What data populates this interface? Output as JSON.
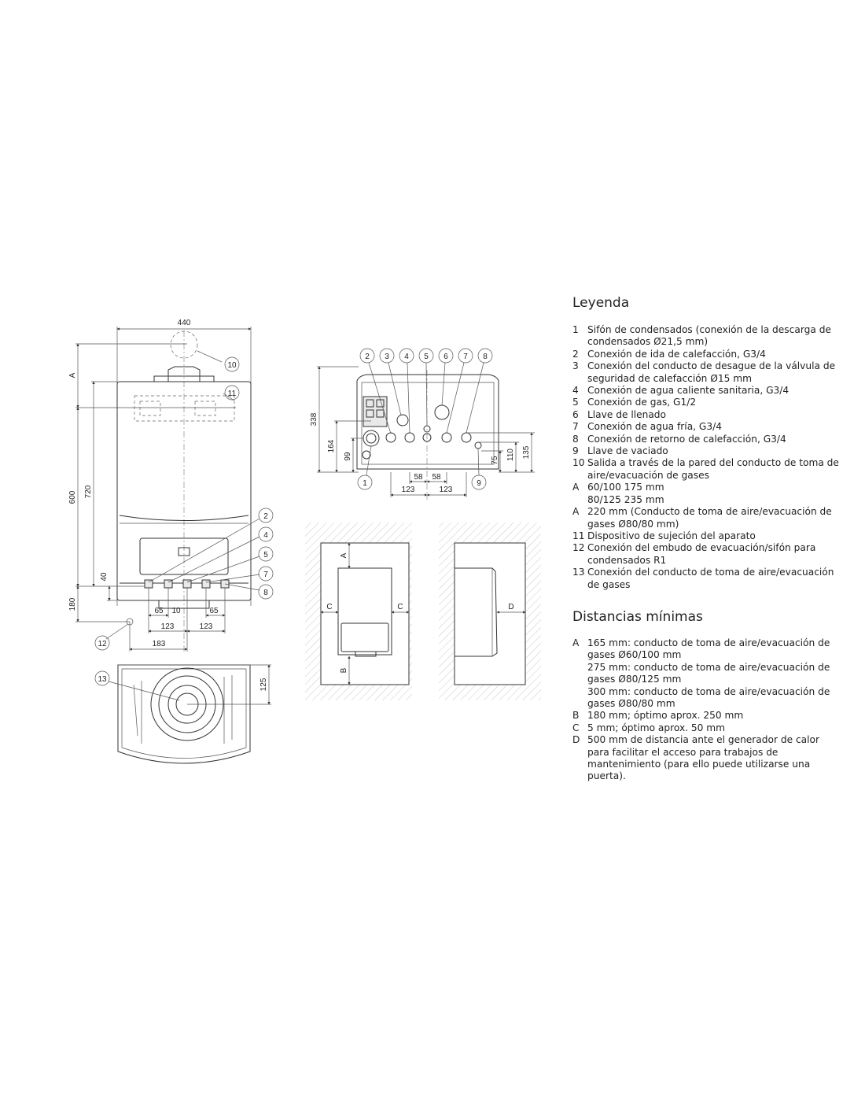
{
  "legend": {
    "title": "Leyenda",
    "items": [
      {
        "key": "1",
        "text": "Sifón de condensados (conexión de la descarga de condensados Ø21,5 mm)"
      },
      {
        "key": "2",
        "text": "Conexión de ida de calefacción, G3/4"
      },
      {
        "key": "3",
        "text": "Conexión del conducto de desague de la válvula de seguridad de calefacción Ø15 mm"
      },
      {
        "key": "4",
        "text": "Conexión de agua caliente sanitaria, G3/4"
      },
      {
        "key": "5",
        "text": "Conexión de gas, G1/2"
      },
      {
        "key": "6",
        "text": "Llave de llenado"
      },
      {
        "key": "7",
        "text": "Conexión de agua fría, G3/4"
      },
      {
        "key": "8",
        "text": "Conexión de retorno de calefacción, G3/4"
      },
      {
        "key": "9",
        "text": "Llave de vaciado"
      },
      {
        "key": "10",
        "text": "Salida a través de la pared del conducto de toma de aire/evacuación de gases"
      },
      {
        "key": "A",
        "text": "60/100  175 mm\n80/125  235 mm"
      },
      {
        "key": "A",
        "text": "220 mm (Conducto de toma de aire/evacuación de gases Ø80/80 mm)"
      },
      {
        "key": "11",
        "text": "Dispositivo de sujeción del aparato"
      },
      {
        "key": "12",
        "text": "Conexión del embudo de evacuación/sifón para condensados R1"
      },
      {
        "key": "13",
        "text": "Conexión del conducto de toma de aire/evacuación de gases"
      }
    ]
  },
  "distances": {
    "title": "Distancias mínimas",
    "items": [
      {
        "key": "A",
        "text": "165 mm: conducto de toma de aire/evacuación de gases Ø60/100 mm\n275 mm: conducto de toma de aire/evacuación de gases Ø80/125 mm\n300 mm: conducto de toma de aire/evacuación de gases Ø80/80 mm"
      },
      {
        "key": "B",
        "text": "180 mm; óptimo aprox. 250 mm"
      },
      {
        "key": "C",
        "text": "5 mm; óptimo aprox. 50 mm"
      },
      {
        "key": "D",
        "text": "500 mm de distancia ante el generador de calor para facilitar el acceso para trabajos de mantenimiento (para ello puede utilizarse una puerta)."
      }
    ]
  },
  "front_view": {
    "dims": {
      "width": "440",
      "a": "A",
      "h600": "600",
      "h720": "720",
      "h40": "40",
      "h180": "180",
      "d65a": "65",
      "d10": "10",
      "d65b": "65",
      "d123a": "123",
      "d123b": "123",
      "d183": "183",
      "d125": "125"
    },
    "callouts": [
      "10",
      "11",
      "2",
      "4",
      "5",
      "7",
      "8",
      "12",
      "13"
    ]
  },
  "bottom_view": {
    "dims": {
      "h338": "338",
      "h164": "164",
      "h99": "99",
      "h135": "135",
      "h110": "110",
      "h75": "75",
      "d58a": "58",
      "d58b": "58",
      "d123a": "123",
      "d123b": "123"
    },
    "callouts": [
      "2",
      "3",
      "4",
      "5",
      "6",
      "7",
      "8",
      "1",
      "9"
    ]
  },
  "clearance_front": {
    "labels": {
      "a": "A",
      "c_left": "C",
      "c_right": "C",
      "b": "B"
    }
  },
  "clearance_side": {
    "labels": {
      "d": "D"
    }
  }
}
